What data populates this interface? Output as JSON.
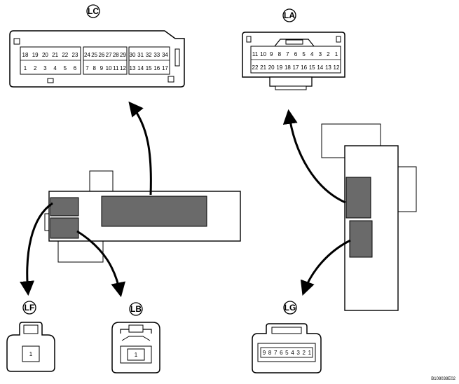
{
  "connectors": {
    "lc": {
      "label": "LC",
      "row_top": [
        "18",
        "19",
        "20",
        "21",
        "22",
        "23",
        "24",
        "25",
        "26",
        "27",
        "28",
        "29",
        "30",
        "31",
        "32",
        "33",
        "34"
      ],
      "row_bottom": [
        "1",
        "2",
        "3",
        "4",
        "5",
        "6",
        "7",
        "8",
        "9",
        "10",
        "11",
        "12",
        "13",
        "14",
        "15",
        "16",
        "17"
      ]
    },
    "la": {
      "label": "LA",
      "row_top": [
        "11",
        "10",
        "9",
        "8",
        "7",
        "6",
        "5",
        "4",
        "3",
        "2",
        "1"
      ],
      "row_bottom": [
        "22",
        "21",
        "20",
        "19",
        "18",
        "17",
        "16",
        "15",
        "14",
        "13",
        "12"
      ]
    },
    "lf": {
      "label": "LF",
      "pins": [
        "1"
      ]
    },
    "lb": {
      "label": "LB",
      "pins": [
        "1"
      ]
    },
    "lg": {
      "label": "LG",
      "pins": [
        "9",
        "8",
        "7",
        "6",
        "5",
        "4",
        "3",
        "2",
        "1"
      ]
    }
  },
  "figure_code": "B108038E02"
}
